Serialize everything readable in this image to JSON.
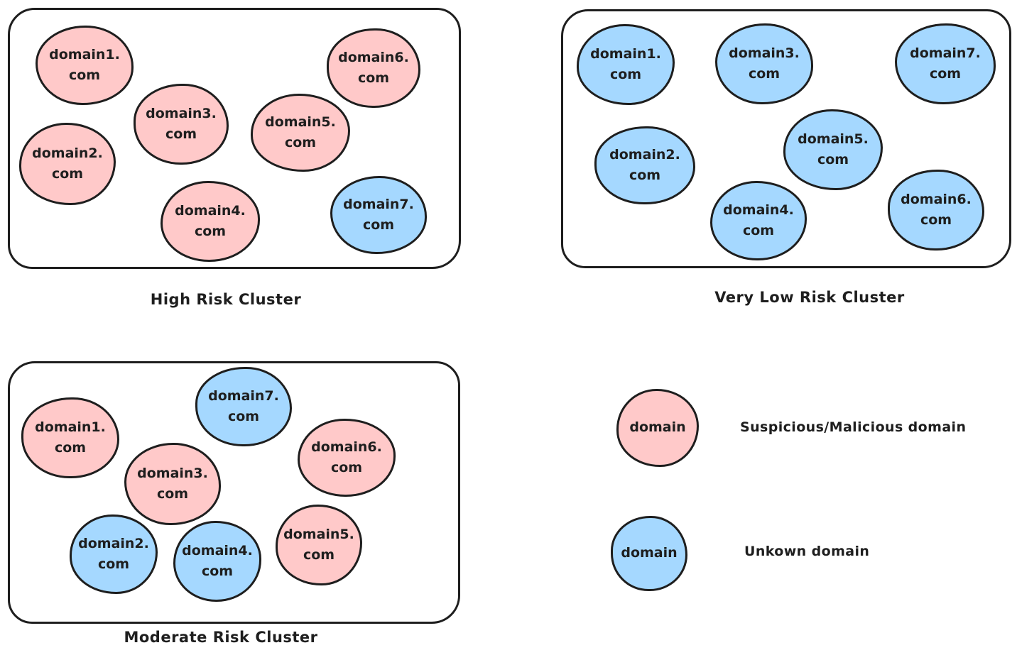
{
  "colors": {
    "suspicious_fill": "#ffc9c9",
    "unknown_fill": "#a5d8ff",
    "stroke": "#1e1e1e",
    "text": "#1e1e1e",
    "background": "#ffffff"
  },
  "clusters": [
    {
      "label": "High Risk Cluster",
      "nodes": [
        {
          "label": "domain1.\ncom",
          "type": "suspicious"
        },
        {
          "label": "domain2.\ncom",
          "type": "suspicious"
        },
        {
          "label": "domain3.\ncom",
          "type": "suspicious"
        },
        {
          "label": "domain4.\ncom",
          "type": "suspicious"
        },
        {
          "label": "domain5.\ncom",
          "type": "suspicious"
        },
        {
          "label": "domain6.\ncom",
          "type": "suspicious"
        },
        {
          "label": "domain7.\ncom",
          "type": "unknown"
        }
      ]
    },
    {
      "label": "Very Low Risk Cluster",
      "nodes": [
        {
          "label": "domain1.\ncom",
          "type": "unknown"
        },
        {
          "label": "domain2.\ncom",
          "type": "unknown"
        },
        {
          "label": "domain3.\ncom",
          "type": "unknown"
        },
        {
          "label": "domain4.\ncom",
          "type": "unknown"
        },
        {
          "label": "domain5.\ncom",
          "type": "unknown"
        },
        {
          "label": "domain6.\ncom",
          "type": "unknown"
        },
        {
          "label": "domain7.\ncom",
          "type": "unknown"
        }
      ]
    },
    {
      "label": "Moderate Risk Cluster",
      "nodes": [
        {
          "label": "domain1.\ncom",
          "type": "suspicious"
        },
        {
          "label": "domain2.\ncom",
          "type": "unknown"
        },
        {
          "label": "domain3.\ncom",
          "type": "suspicious"
        },
        {
          "label": "domain4.\ncom",
          "type": "unknown"
        },
        {
          "label": "domain5.\ncom",
          "type": "suspicious"
        },
        {
          "label": "domain6.\ncom",
          "type": "suspicious"
        },
        {
          "label": "domain7.\ncom",
          "type": "unknown"
        }
      ]
    }
  ],
  "legend": {
    "items": [
      {
        "symbol_label": "domain",
        "type": "suspicious",
        "description": "Suspicious/Malicious domain"
      },
      {
        "symbol_label": "domain",
        "type": "unknown",
        "description": "Unkown domain"
      }
    ]
  }
}
